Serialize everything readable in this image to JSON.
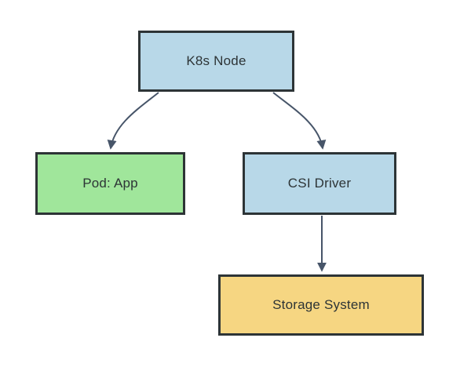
{
  "diagram": {
    "type": "flowchart",
    "background": "#ffffff",
    "nodes": [
      {
        "id": "k8s-node",
        "label": "K8s Node",
        "fill": "#b8d8e8"
      },
      {
        "id": "pod-app",
        "label": "Pod: App",
        "fill": "#a0e69b"
      },
      {
        "id": "csi-driver",
        "label": "CSI Driver",
        "fill": "#b8d8e8"
      },
      {
        "id": "storage-system",
        "label": "Storage System",
        "fill": "#f6d682"
      }
    ],
    "edges": [
      {
        "from": "k8s-node",
        "to": "pod-app",
        "style": "curved-arrow"
      },
      {
        "from": "k8s-node",
        "to": "csi-driver",
        "style": "curved-arrow"
      },
      {
        "from": "csi-driver",
        "to": "storage-system",
        "style": "straight-arrow"
      }
    ],
    "colors": {
      "node_border": "#2d3436",
      "arrow": "#475569",
      "text": "#2d3436"
    }
  }
}
